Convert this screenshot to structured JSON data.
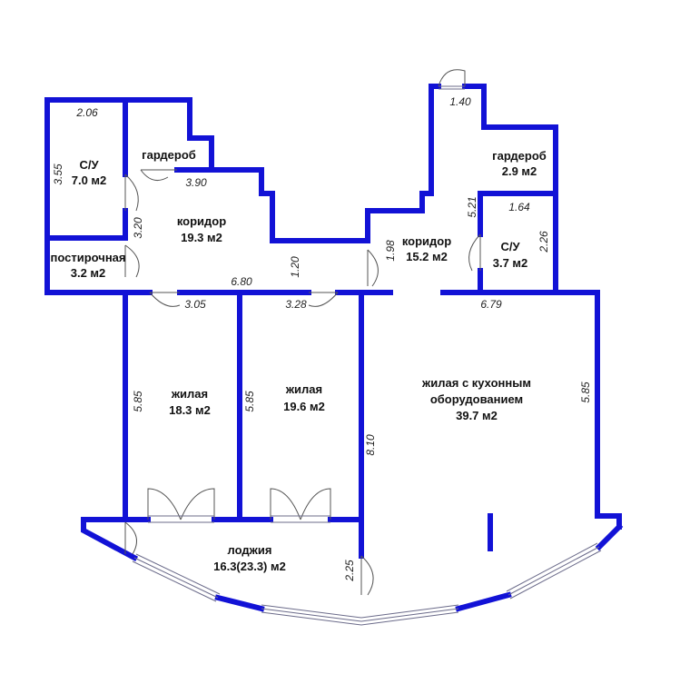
{
  "rooms": {
    "su1": {
      "name": "С/У",
      "area": "7.0 м2"
    },
    "gard1": {
      "name": "гардероб"
    },
    "koridor1": {
      "name": "коридор",
      "area": "19.3 м2"
    },
    "postir": {
      "name": "постирочная",
      "area": "3.2 м2"
    },
    "koridor2": {
      "name": "коридор",
      "area": "15.2 м2"
    },
    "gard2": {
      "name": "гардероб",
      "area": "2.9 м2"
    },
    "su2": {
      "name": "С/У",
      "area": "3.7 м2"
    },
    "zhil1": {
      "name": "жилая",
      "area": "18.3 м2"
    },
    "zhil2": {
      "name": "жилая",
      "area": "19.6 м2"
    },
    "kitchen": {
      "line1": "жилая с кухонным",
      "line2": "оборудованием",
      "area": "39.7 м2"
    },
    "lodzhia": {
      "name": "лоджия",
      "area": "16.3(23.3) м2"
    }
  },
  "dimensions": {
    "d206": "2.06",
    "d355": "3.55",
    "d390": "3.90",
    "d320": "3.20",
    "d680": "6.80",
    "d120": "1.20",
    "d305": "3.05",
    "d328": "3.28",
    "d585a": "5.85",
    "d585b": "5.85",
    "d810": "8.10",
    "d225": "2.25",
    "d140": "1.40",
    "d521": "5.21",
    "d164": "1.64",
    "d226": "2.26",
    "d198": "1.98",
    "d679": "6.79",
    "d585c": "5.85"
  },
  "colors": {
    "wall": "#1212d6",
    "background": "#ffffff"
  }
}
